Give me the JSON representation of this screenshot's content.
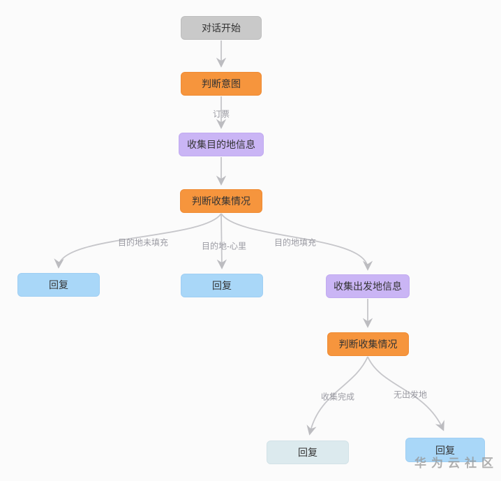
{
  "diagram": {
    "nodes": [
      {
        "id": "start",
        "label": "对话开始",
        "type": "start"
      },
      {
        "id": "judge-intent",
        "label": "判断意图",
        "type": "judge"
      },
      {
        "id": "collect-destination",
        "label": "收集目的地信息",
        "type": "collect"
      },
      {
        "id": "judge-collection-1",
        "label": "判断收集情况",
        "type": "judge"
      },
      {
        "id": "reply-1",
        "label": "回复",
        "type": "reply"
      },
      {
        "id": "reply-2",
        "label": "回复",
        "type": "reply"
      },
      {
        "id": "collect-departure",
        "label": "收集出发地信息",
        "type": "collect"
      },
      {
        "id": "judge-collection-2",
        "label": "判断收集情况",
        "type": "judge"
      },
      {
        "id": "reply-3",
        "label": "回复",
        "type": "reply-muted"
      },
      {
        "id": "reply-4",
        "label": "回复",
        "type": "reply"
      }
    ],
    "edge_labels": [
      {
        "id": "intent-book-ticket",
        "label": "订票"
      },
      {
        "id": "destination-not-filled",
        "label": "目的地未填充"
      },
      {
        "id": "destination-in-mind",
        "label": "目的地-心里"
      },
      {
        "id": "destination-filled",
        "label": "目的地填充"
      },
      {
        "id": "collection-complete",
        "label": "收集完成"
      },
      {
        "id": "no-departure",
        "label": "无出发地"
      }
    ],
    "colors": {
      "start_bg": "#c9c9c9",
      "judge_bg": "#f6953d",
      "collect_bg": "#cab5f5",
      "reply_bg": "#a9d7f8",
      "reply_muted_bg": "#dceaee",
      "edge": "#c6c6ca",
      "edge_label_text": "#9a9aa2",
      "node_text": "#333333",
      "canvas_bg": "#fbfbfb"
    }
  },
  "watermark": {
    "text": "华为云社区"
  }
}
